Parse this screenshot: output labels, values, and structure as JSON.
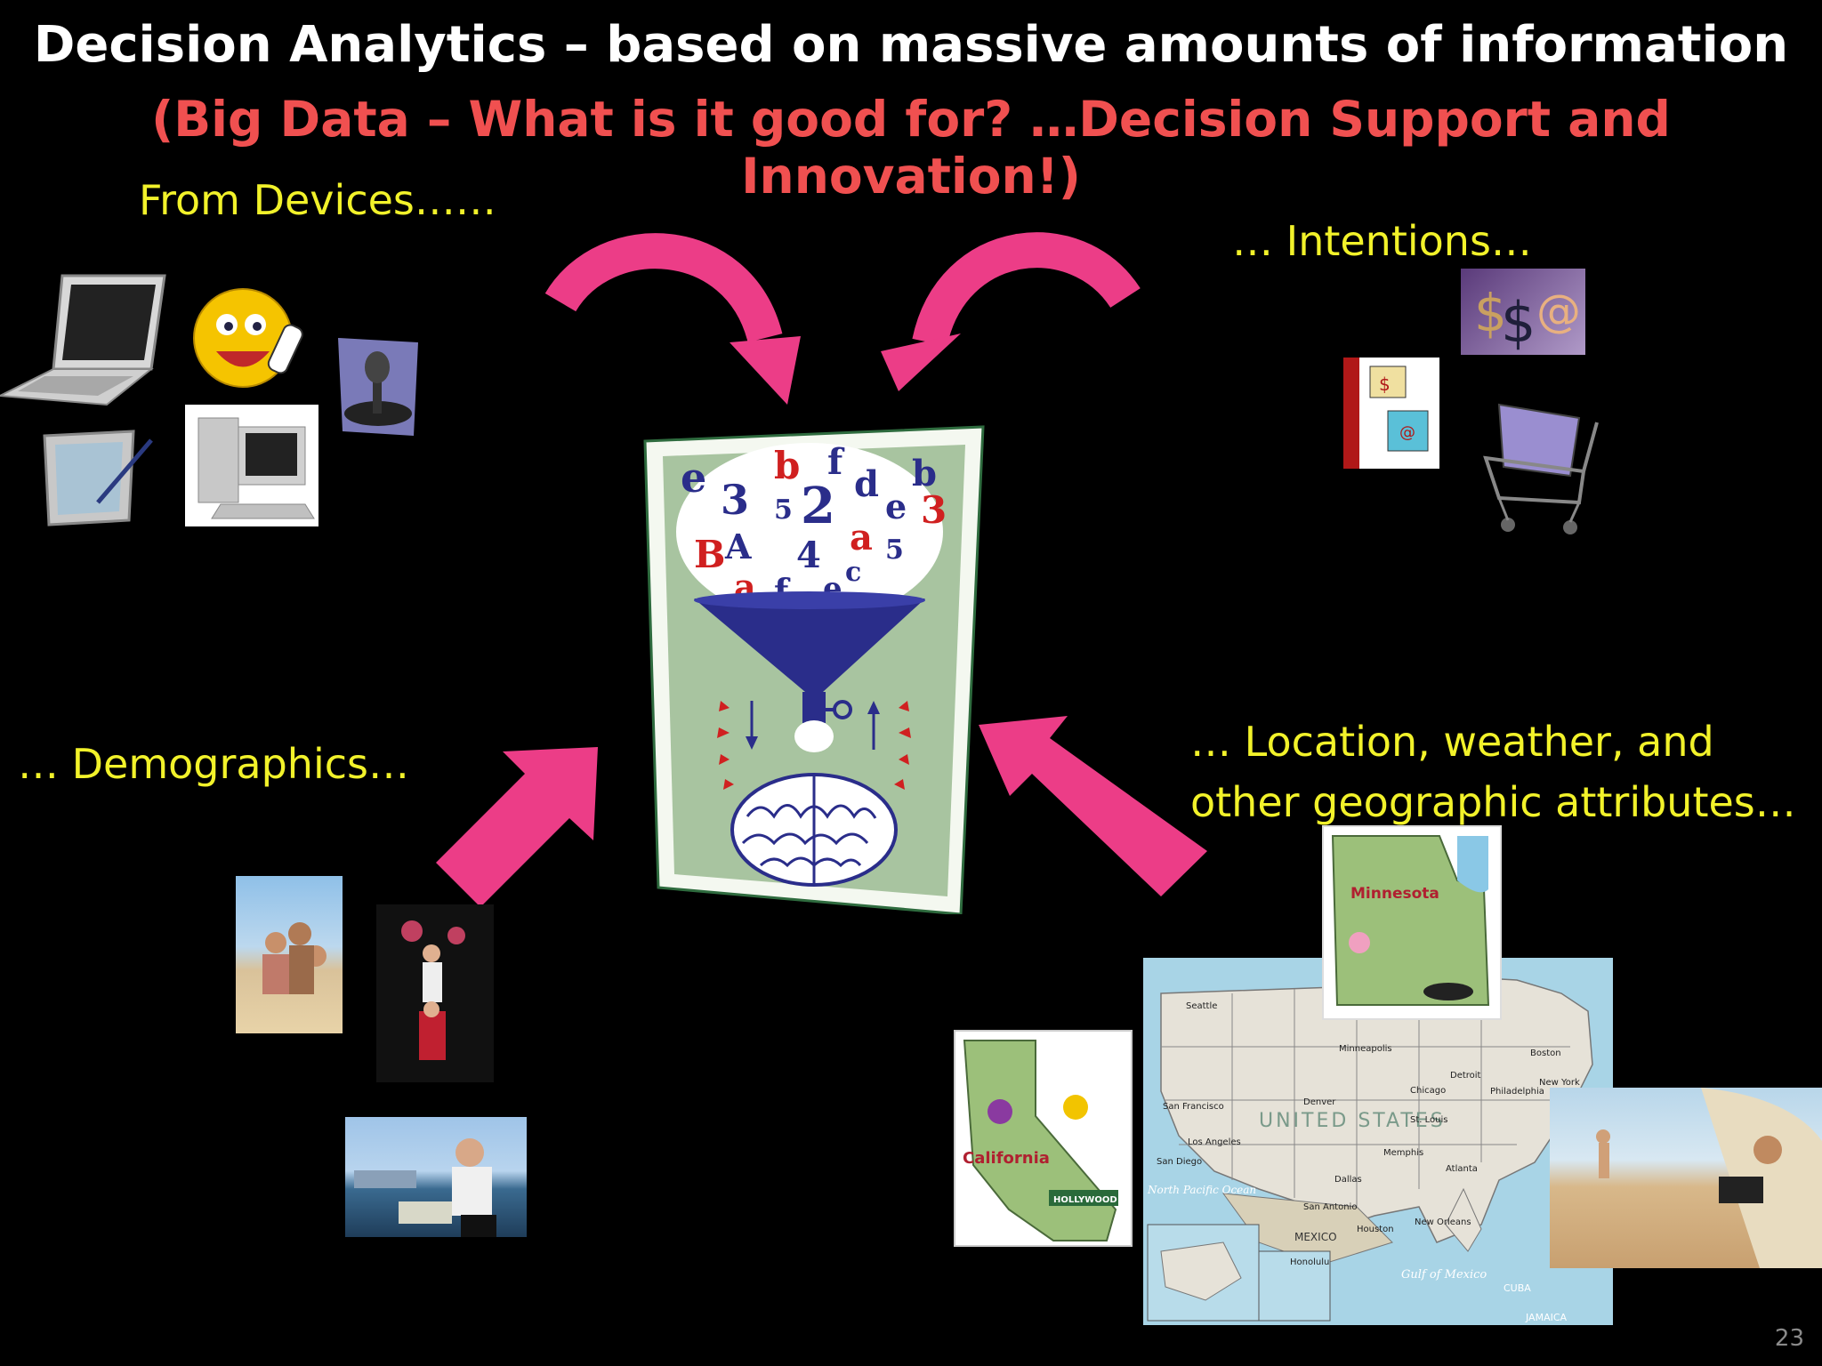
{
  "slide": {
    "title": "Decision Analytics – based on massive amounts of information",
    "subtitle": "(Big Data – What is it good for? …Decision Support and Innovation!)",
    "labels": {
      "devices": "From Devices……",
      "intentions": "… Intentions…",
      "demographics": "… Demographics…",
      "location_line1": "… Location, weather, and",
      "location_line2": "other geographic attributes…"
    },
    "page_number": "23"
  },
  "funnel_letters": [
    "e",
    "b",
    "f",
    "d",
    "b",
    "3",
    "5",
    "2",
    "e",
    "3",
    "a",
    "B",
    "A",
    "4",
    "5",
    "a",
    "f",
    "e",
    "c"
  ],
  "map": {
    "california": "California",
    "minnesota": "Minnesota",
    "hollywood": "HOLLYWOOD",
    "country": "UNITED STATES",
    "mexico": "MEXICO",
    "north_pacific": "North Pacific Ocean",
    "gulf": "Gulf of Mexico",
    "cuba": "CUBA",
    "jamaica": "JAMAICA",
    "cities": [
      "Seattle",
      "Minneapolis",
      "Chicago",
      "Detroit",
      "Boston",
      "New York",
      "Philadelphia",
      "Denver",
      "San Francisco",
      "Los Angeles",
      "San Diego",
      "St. Louis",
      "Memphis",
      "Atlanta",
      "Dallas",
      "San Antonio",
      "Houston",
      "New Orleans",
      "Honolulu"
    ]
  },
  "colors": {
    "arrow": "#ec3d87",
    "title": "#ffffff",
    "subtitle": "#f05050",
    "label": "#f2f22a",
    "funnel": "#2a2d8a"
  },
  "icons": [
    "laptop-icon",
    "smiley-phone-icon",
    "joystick-icon",
    "tablet-pen-icon",
    "desktop-computer-icon",
    "money-symbols-icon",
    "bank-computer-icon",
    "shopping-cart-laptop-icon"
  ]
}
